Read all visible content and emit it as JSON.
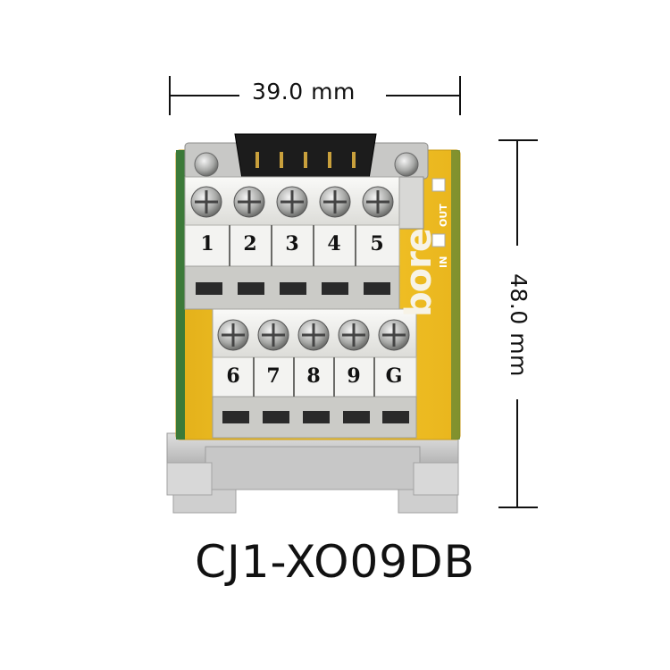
{
  "dimensions": {
    "width_label": "39.0 mm",
    "height_label": "48.0 mm"
  },
  "product": {
    "model": "CJ1-XO09DB",
    "brand": "bore"
  },
  "board": {
    "in_label": "IN",
    "out_label": "OUT"
  },
  "terminals": {
    "top_row": [
      "1",
      "2",
      "3",
      "4",
      "5"
    ],
    "bottom_row": [
      "6",
      "7",
      "8",
      "9",
      "G"
    ]
  },
  "colors": {
    "pcb": "#f2c322",
    "terminal_white": "#f3f3f1",
    "rail_gray": "#c9c9c9",
    "connector_black": "#1c1c1c"
  },
  "icons": [
    "screw-icon",
    "db9-connector-icon",
    "din-rail-clip-icon"
  ]
}
